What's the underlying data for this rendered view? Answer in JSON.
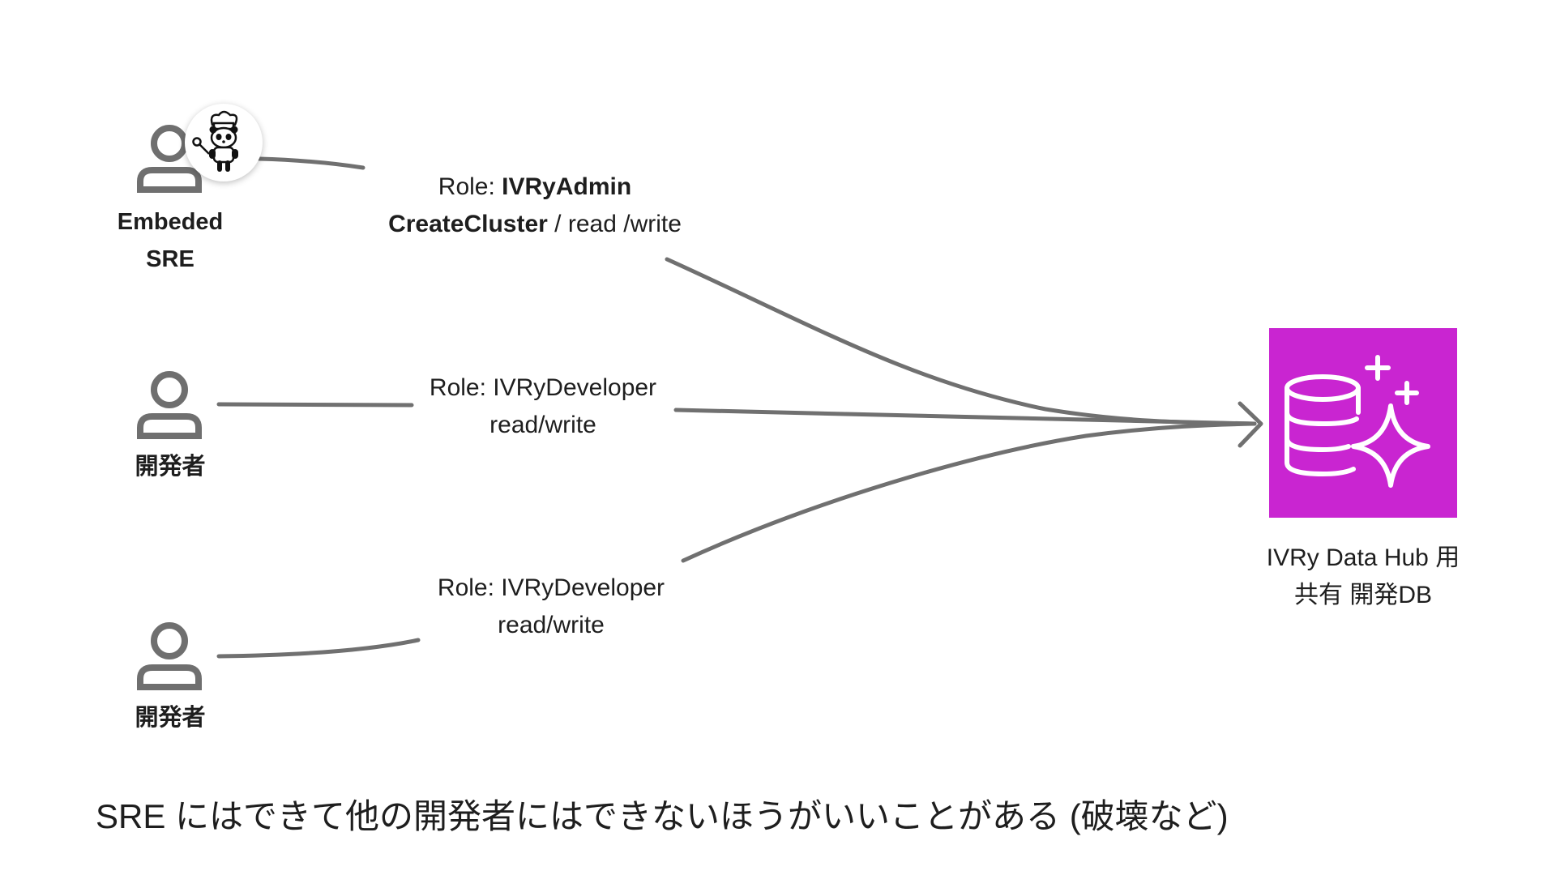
{
  "actors": [
    {
      "name_line1": "Embeded",
      "name_line2": "SRE",
      "has_badge": true
    },
    {
      "name_line1": "開発者"
    },
    {
      "name_line1": "開発者"
    }
  ],
  "edges": [
    {
      "role_prefix": "Role: ",
      "role_name": "IVRyAdmin",
      "perm_bold": "CreateCluster",
      "perm_rest": " / read /write"
    },
    {
      "role_prefix": "Role: ",
      "role_name": "IVRyDeveloper",
      "perm": "read/write"
    },
    {
      "role_prefix": "Role: ",
      "role_name": "IVRyDeveloper",
      "perm": "read/write"
    }
  ],
  "target": {
    "caption_line1": "IVRy Data Hub 用",
    "caption_line2": "共有 開発DB",
    "tile_color": "#c925d1",
    "icon": "database-sparkle-icon"
  },
  "footer": "SRE にはできて他の開発者にはできないほうがいいことがある (破壊など)",
  "colors": {
    "line": "#707070",
    "icon_gray": "#6f6f6f"
  }
}
